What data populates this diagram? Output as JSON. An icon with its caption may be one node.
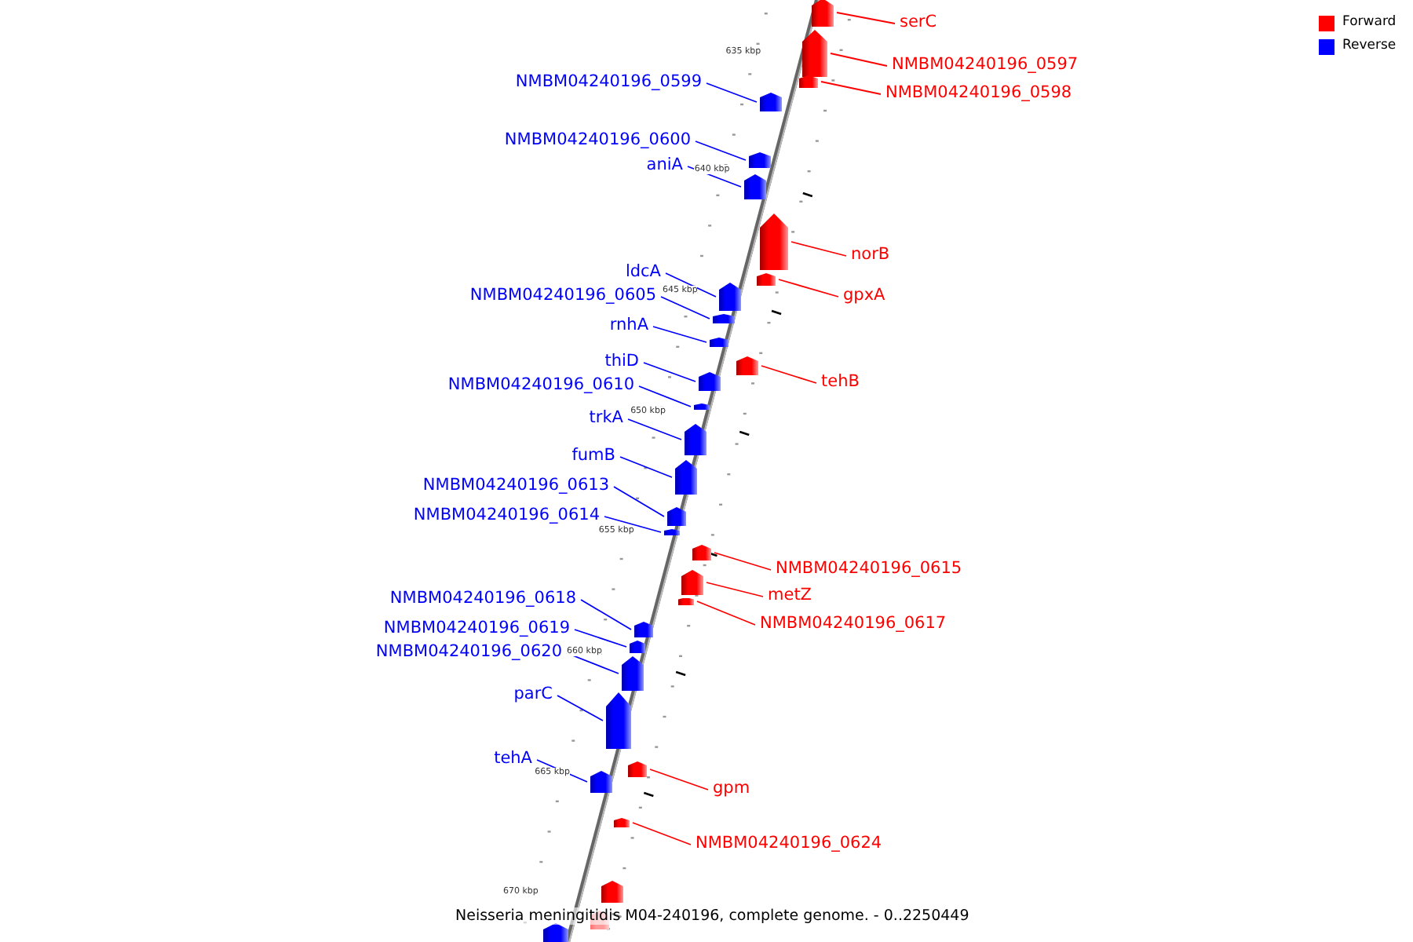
{
  "diagram": {
    "caption": "Neisseria meningitidis M04-240196, complete genome. - 0..2250449",
    "nodes": [
      {
        "text": [
          "serC"
        ]
      },
      {
        "text": [],
        "shape": "box"
      },
      {
        "text": [
          "NMBM04240196_0597"
        ]
      },
      {
        "text": [],
        "shape": "box"
      },
      {
        "text": [
          "NMBM04240196_0599"
        ]
      },
      {
        "text": [],
        "shape": "box"
      },
      {
        "text": [
          "NMBM04240196_0598"
        ]
      },
      {
        "text": [],
        "shape": "box"
      },
      {
        "text": [
          "NMBM04240196_0600"
        ]
      },
      {
        "text": [],
        "shape": "box"
      },
      {
        "text": [
          "aniA"
        ]
      },
      {
        "text": [],
        "shape": "box"
      },
      {
        "text": [
          "norB"
        ]
      },
      {
        "text": [],
        "shape": "box"
      },
      {
        "text": [
          "ldcA"
        ]
      },
      {
        "text": [],
        "shape": "box"
      },
      {
        "text": [
          "gpxA"
        ]
      },
      {
        "text": [],
        "shape": "box"
      },
      {
        "text": [
          "NMBM04240196_0605"
        ]
      },
      {
        "text": [],
        "shape": "box"
      },
      {
        "text": [
          "rnhA"
        ]
      },
      {
        "text": [],
        "shape": "box"
      },
      {
        "text": [
          "thiD"
        ]
      },
      {
        "text": [],
        "shape": "box"
      },
      {
        "text": [
          "tehB"
        ]
      },
      {
        "text": [],
        "shape": "box"
      },
      {
        "text": [
          "NMBM04240196_0610"
        ]
      },
      {
        "text": [],
        "shape": "box"
      },
      {
        "text": [
          "trkA"
        ]
      },
      {
        "text": [],
        "shape": "box"
      },
      {
        "text": [
          "fumB"
        ]
      },
      {
        "text": [],
        "shape": "box"
      },
      {
        "text": [
          "NMBM04240196_0613"
        ]
      },
      {
        "text": [],
        "shape": "box"
      },
      {
        "text": [
          "NMBM04240196_0614"
        ]
      },
      {
        "text": [],
        "shape": "box"
      },
      {
        "text": [
          "NMBM04240196_0615"
        ]
      },
      {
        "text": [],
        "shape": "box"
      },
      {
        "text": [
          "metZ"
        ]
      },
      {
        "text": [],
        "shape": "box"
      },
      {
        "text": [
          "NMBM04240196_0618"
        ]
      },
      {
        "text": [],
        "shape": "box"
      },
      {
        "text": [
          "NMBM04240196_0617"
        ]
      },
      {
        "text": [],
        "shape": "box"
      },
      {
        "text": [
          "NMBM04240196_0619"
        ]
      },
      {
        "text": [],
        "shape": "box"
      },
      {
        "text": [
          "NMBM04240196_0620"
        ]
      },
      {
        "text": [],
        "shape": "box"
      },
      {
        "text": [
          "parC"
        ]
      },
      {
        "text": [],
        "shape": "box"
      },
      {
        "text": [
          "tehA"
        ]
      },
      {
        "text": [],
        "shape": "box"
      },
      {
        "text": [
          "gpm"
        ]
      },
      {
        "text": [],
        "shape": "box"
      },
      {
        "text": [
          "NMBM04240196_0624"
        ]
      },
      {
        "text": [],
        "shape": "box"
      },
      {
        "text": [],
        "shape": "box"
      },
      {
        "text": [],
        "shape": "box"
      },
      {
        "text": [],
        "shape": "box"
      }
    ],
    "edges": [
      {
        "from": 0,
        "to": 1,
        "arrow": "none",
        "color": "#ff0000"
      },
      {
        "from": 2,
        "to": 3,
        "arrow": "none",
        "color": "#ff0000"
      },
      {
        "from": 4,
        "to": 5,
        "arrow": "none"
      },
      {
        "from": 6,
        "to": 7,
        "arrow": "none",
        "color": "#ff0000"
      },
      {
        "from": 8,
        "to": 9,
        "arrow": "none"
      },
      {
        "from": 10,
        "to": 11,
        "arrow": "none"
      },
      {
        "from": 12,
        "to": 13,
        "arrow": "none",
        "color": "#ff0000"
      },
      {
        "from": 14,
        "to": 15,
        "arrow": "none"
      },
      {
        "from": 16,
        "to": 17,
        "arrow": "none",
        "color": "#ff0000"
      },
      {
        "from": 18,
        "to": 19,
        "arrow": "none"
      },
      {
        "from": 20,
        "to": 21,
        "arrow": "none"
      },
      {
        "from": 22,
        "to": 23,
        "arrow": "none"
      },
      {
        "from": 24,
        "to": 25,
        "arrow": "none",
        "color": "#ff0000"
      },
      {
        "from": 26,
        "to": 27,
        "arrow": "none"
      },
      {
        "from": 28,
        "to": 29,
        "arrow": "none"
      },
      {
        "from": 30,
        "to": 31,
        "arrow": "none"
      },
      {
        "from": 32,
        "to": 33,
        "arrow": "none"
      },
      {
        "from": 34,
        "to": 35,
        "arrow": "none"
      },
      {
        "from": 36,
        "to": 37,
        "arrow": "none",
        "color": "#ff0000"
      },
      {
        "from": 38,
        "to": 39,
        "arrow": "none",
        "color": "#ff0000"
      },
      {
        "from": 40,
        "to": 41,
        "arrow": "none"
      },
      {
        "from": 42,
        "to": 43,
        "arrow": "none",
        "color": "#ff0000"
      },
      {
        "from": 44,
        "to": 45,
        "arrow": "none"
      },
      {
        "from": 46,
        "to": 47,
        "arrow": "none"
      },
      {
        "from": 48,
        "to": 49,
        "arrow": "none"
      },
      {
        "from": 50,
        "to": 51,
        "arrow": "none"
      },
      {
        "from": 52,
        "to": 53,
        "arrow": "none",
        "color": "#ff0000"
      },
      {
        "from": 54,
        "to": 55,
        "arrow": "none",
        "color": "#ff0000"
      }
    ],
    "labels": [
      "635 kbp",
      "640 kbp",
      "645 kbp",
      "650 kbp",
      "655 kbp",
      "660 kbp",
      "665 kbp",
      "670 kbp"
    ],
    "legend": [
      {
        "text": "Forward",
        "color": "#ff0000"
      },
      {
        "text": "Reverse",
        "color": "#0000ff"
      }
    ]
  }
}
